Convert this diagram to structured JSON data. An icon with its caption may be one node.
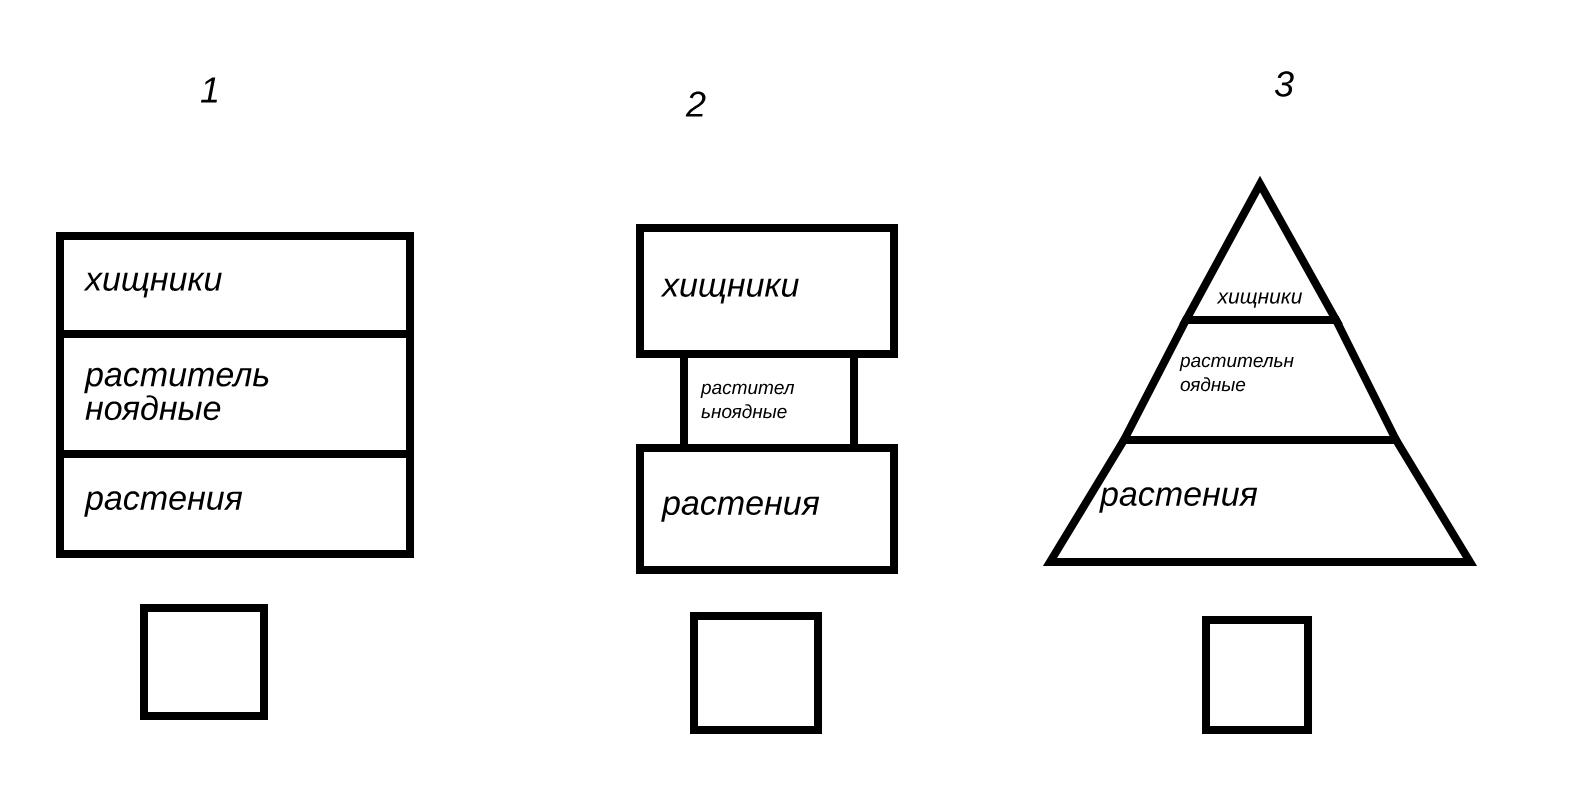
{
  "diagram": {
    "nodes": [
      {
        "text": [
          "хищники"
        ]
      },
      {
        "text": [
          "раститель ноядные"
        ]
      },
      {
        "text": [
          "растения"
        ]
      },
      {
        "text": [],
        "shape": "box"
      },
      {
        "text": [
          "хищники"
        ]
      },
      {
        "text": [
          "растител ьноядные"
        ]
      },
      {
        "text": [
          "растения"
        ]
      },
      {
        "text": [],
        "shape": "box"
      },
      {
        "text": [
          "хищники"
        ]
      },
      {
        "text": [
          "растительн оядные"
        ]
      },
      {
        "text": [
          "растения"
        ]
      },
      {
        "text": [],
        "shape": "box"
      }
    ],
    "labels": [
      "1",
      "2",
      "3"
    ]
  }
}
